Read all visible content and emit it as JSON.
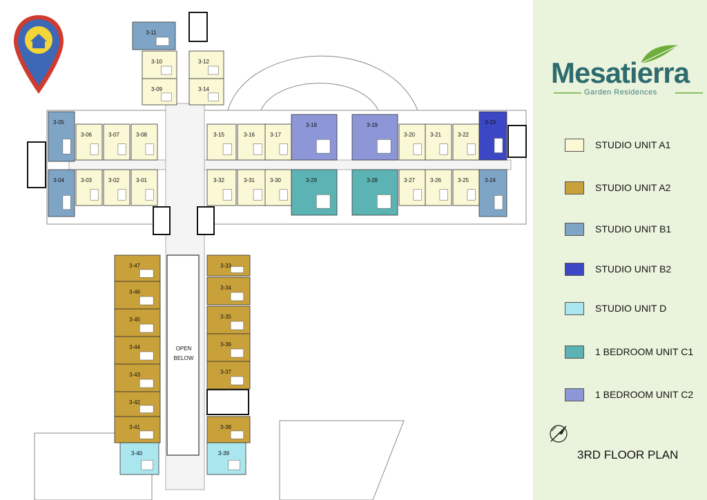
{
  "brand": {
    "name": "Mesatierra",
    "tagline": "Garden Residences"
  },
  "plan_title": "3RD FLOOR PLAN",
  "open_below_label": [
    "OPEN",
    "BELOW"
  ],
  "legend": [
    {
      "label": "STUDIO UNIT A1",
      "color": "#fbf8d6"
    },
    {
      "label": "STUDIO UNIT A2",
      "color": "#c9a13a"
    },
    {
      "label": "STUDIO UNIT B1",
      "color": "#7fa5c6"
    },
    {
      "label": "STUDIO UNIT B2",
      "color": "#3b47c4"
    },
    {
      "label": "STUDIO UNIT D",
      "color": "#a9e6ee"
    },
    {
      "label": "1 BEDROOM UNIT C1",
      "color": "#5cb3b3"
    },
    {
      "label": "1 BEDROOM UNIT C2",
      "color": "#8d96d6"
    }
  ],
  "icons": {
    "location_pin": "home-location-pin-icon",
    "compass": "north-arrow-compass-icon"
  },
  "units": [
    {
      "id": "3-11",
      "type": "STUDIO UNIT B1"
    },
    {
      "id": "3-10",
      "type": "STUDIO UNIT A1"
    },
    {
      "id": "3-12",
      "type": "STUDIO UNIT A1"
    },
    {
      "id": "3-09",
      "type": "STUDIO UNIT A1"
    },
    {
      "id": "3-14",
      "type": "STUDIO UNIT A1"
    },
    {
      "id": "3-05",
      "type": "STUDIO UNIT B1"
    },
    {
      "id": "3-06",
      "type": "STUDIO UNIT A1"
    },
    {
      "id": "3-07",
      "type": "STUDIO UNIT A1"
    },
    {
      "id": "3-08",
      "type": "STUDIO UNIT A1"
    },
    {
      "id": "3-04",
      "type": "STUDIO UNIT B1"
    },
    {
      "id": "3-03",
      "type": "STUDIO UNIT A1"
    },
    {
      "id": "3-02",
      "type": "STUDIO UNIT A1"
    },
    {
      "id": "3-01",
      "type": "STUDIO UNIT A1"
    },
    {
      "id": "3-15",
      "type": "STUDIO UNIT A1"
    },
    {
      "id": "3-16",
      "type": "STUDIO UNIT A1"
    },
    {
      "id": "3-17",
      "type": "STUDIO UNIT A1"
    },
    {
      "id": "3-18",
      "type": "1 BEDROOM UNIT C2"
    },
    {
      "id": "3-19",
      "type": "1 BEDROOM UNIT C2"
    },
    {
      "id": "3-20",
      "type": "STUDIO UNIT A1"
    },
    {
      "id": "3-21",
      "type": "STUDIO UNIT A1"
    },
    {
      "id": "3-22",
      "type": "STUDIO UNIT A1"
    },
    {
      "id": "3-23",
      "type": "STUDIO UNIT B2"
    },
    {
      "id": "3-32",
      "type": "STUDIO UNIT A1"
    },
    {
      "id": "3-31",
      "type": "STUDIO UNIT A1"
    },
    {
      "id": "3-30",
      "type": "STUDIO UNIT A1"
    },
    {
      "id": "3-29",
      "type": "1 BEDROOM UNIT C1"
    },
    {
      "id": "3-28",
      "type": "1 BEDROOM UNIT C1"
    },
    {
      "id": "3-27",
      "type": "STUDIO UNIT A1"
    },
    {
      "id": "3-26",
      "type": "STUDIO UNIT A1"
    },
    {
      "id": "3-25",
      "type": "STUDIO UNIT A1"
    },
    {
      "id": "3-24",
      "type": "STUDIO UNIT B1"
    },
    {
      "id": "3-47",
      "type": "STUDIO UNIT A2"
    },
    {
      "id": "3-46",
      "type": "STUDIO UNIT A2"
    },
    {
      "id": "3-45",
      "type": "STUDIO UNIT A2"
    },
    {
      "id": "3-44",
      "type": "STUDIO UNIT A2"
    },
    {
      "id": "3-43",
      "type": "STUDIO UNIT A2"
    },
    {
      "id": "3-42",
      "type": "STUDIO UNIT A2"
    },
    {
      "id": "3-41",
      "type": "STUDIO UNIT A2"
    },
    {
      "id": "3-40",
      "type": "STUDIO UNIT D"
    },
    {
      "id": "3-33",
      "type": "STUDIO UNIT A2"
    },
    {
      "id": "3-34",
      "type": "STUDIO UNIT A2"
    },
    {
      "id": "3-35",
      "type": "STUDIO UNIT A2"
    },
    {
      "id": "3-36",
      "type": "STUDIO UNIT A2"
    },
    {
      "id": "3-37",
      "type": "STUDIO UNIT A2"
    },
    {
      "id": "3-38",
      "type": "STUDIO UNIT A2"
    },
    {
      "id": "3-39",
      "type": "STUDIO UNIT D"
    }
  ]
}
